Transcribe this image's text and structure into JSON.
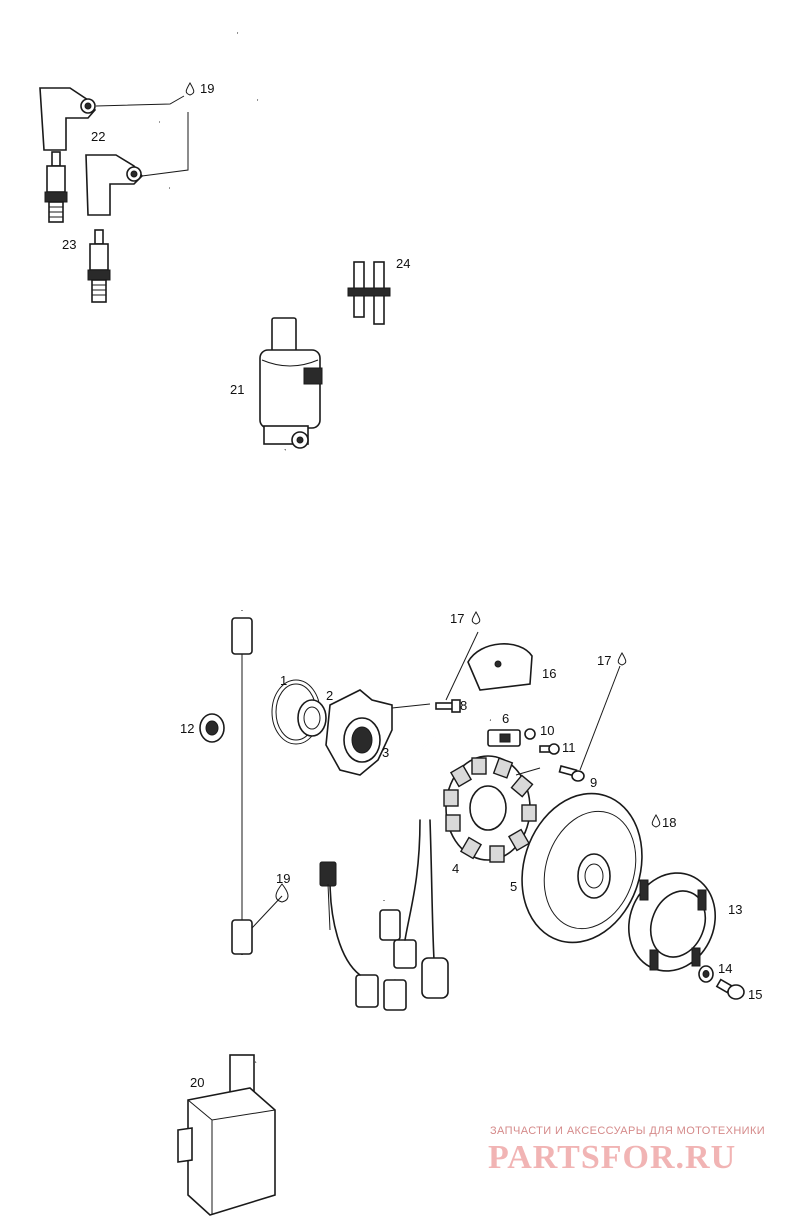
{
  "callouts": {
    "c1": "1",
    "c2": "2",
    "c3": "3",
    "c4": "4",
    "c5": "5",
    "c6": "6",
    "c8": "8",
    "c9": "9",
    "c10": "10",
    "c11": "11",
    "c12": "12",
    "c13": "13",
    "c14": "14",
    "c15": "15",
    "c16": "16",
    "c17a": "17",
    "c17b": "17",
    "c18": "18",
    "c19a": "19",
    "c19b": "19",
    "c20": "20",
    "c21": "21",
    "c22": "22",
    "c23": "23",
    "c24": "24"
  },
  "watermark": {
    "caption": "ЗАПЧАСТИ И АКСЕССУАРЫ ДЛЯ МОТОТЕХНИКИ",
    "logo": "PARTSFOR.RU"
  }
}
